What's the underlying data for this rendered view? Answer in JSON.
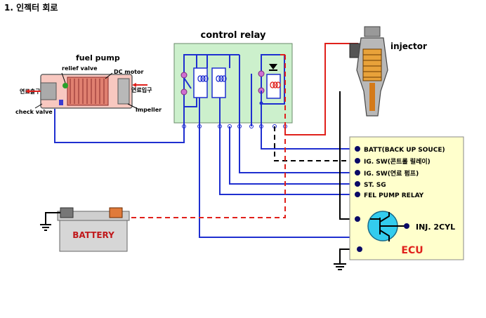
{
  "page_title": "1. 인젝터 회로",
  "fuel_pump": {
    "title": "fuel pump",
    "relief_valve": "relief valve",
    "dc_motor": "DC motor",
    "fuel_outlet": "연료출구",
    "fuel_inlet": "연료입구",
    "check_valve": "check valve",
    "impeller": "impeller"
  },
  "control_relay": {
    "title": "control relay"
  },
  "injector": {
    "title": "injector"
  },
  "battery": {
    "label": "BATTERY"
  },
  "ecu": {
    "title": "ECU",
    "terminals": [
      "BATT(BACK UP SOUCE)",
      "IG. SW(콘트롤 릴레이)",
      "IG. SW(연료 펌프)",
      "ST.  SG",
      "FEL PUMP RELAY"
    ],
    "output": "INJ.  2CYL"
  },
  "colors": {
    "wire_blue": "#1f2fd0",
    "wire_red": "#e0201b",
    "relay_box": "#ccf0cc",
    "ecu_box": "#ffffcc",
    "transistor": "#33ccee"
  }
}
